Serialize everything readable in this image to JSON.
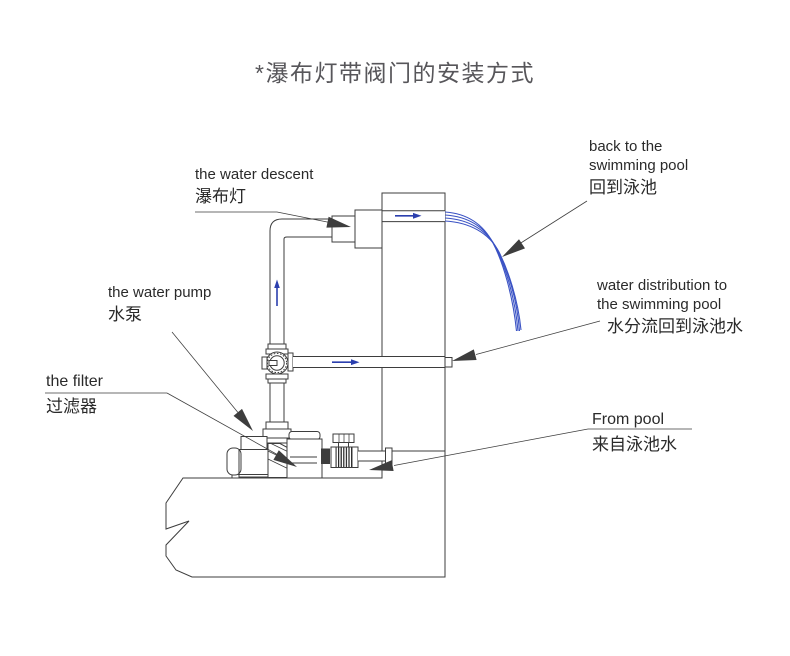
{
  "title": "*瀑布灯带阀门的安装方式",
  "labels": {
    "water_descent": {
      "en": "the water descent",
      "zh": "瀑布灯"
    },
    "back_to_pool": {
      "en_line1": "back to the",
      "en_line2": "swimming pool",
      "zh": "回到泳池"
    },
    "water_pump": {
      "en": "the water pump",
      "zh": "水泵"
    },
    "water_distribution": {
      "en_line1": "water distribution to",
      "en_line2": "the swimming pool",
      "zh": "水分流回到泳池水"
    },
    "filter": {
      "en": "the filter",
      "zh": "过滤器"
    },
    "from_pool": {
      "en": "From pool",
      "zh": "来自泳池水"
    }
  },
  "colors": {
    "background": "#ffffff",
    "line": "#3d3d3d",
    "title_text": "#57565a",
    "label_text": "#2a2a2a",
    "flow_arrow_blue": "#2b3fae",
    "water_blue": "#3a52c4"
  }
}
